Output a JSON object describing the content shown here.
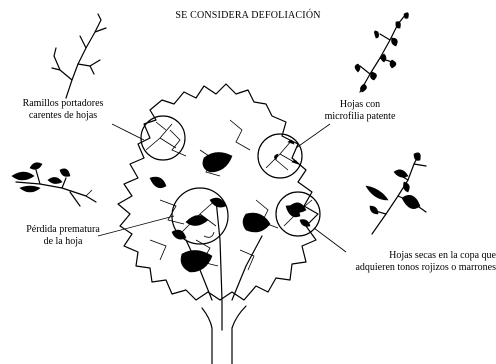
{
  "title": "SE CONSIDERA DEFOLIACIÓN",
  "labels": {
    "ramillos": [
      "Ramillos portadores",
      "carentes de hojas"
    ],
    "microfilia": [
      "Hojas con",
      "microfilia patente"
    ],
    "perdida": [
      "Pérdida  prematura",
      "de la hoja"
    ],
    "secas": [
      "Hojas secas en la copa que",
      "adquieren tonos rojizos o marrones"
    ]
  },
  "icons": [
    "bare-twig-icon",
    "small-leaf-twig-icon",
    "broken-twig-icon",
    "dry-leaf-twig-icon",
    "tree-icon",
    "magnifier-circle-icon"
  ]
}
